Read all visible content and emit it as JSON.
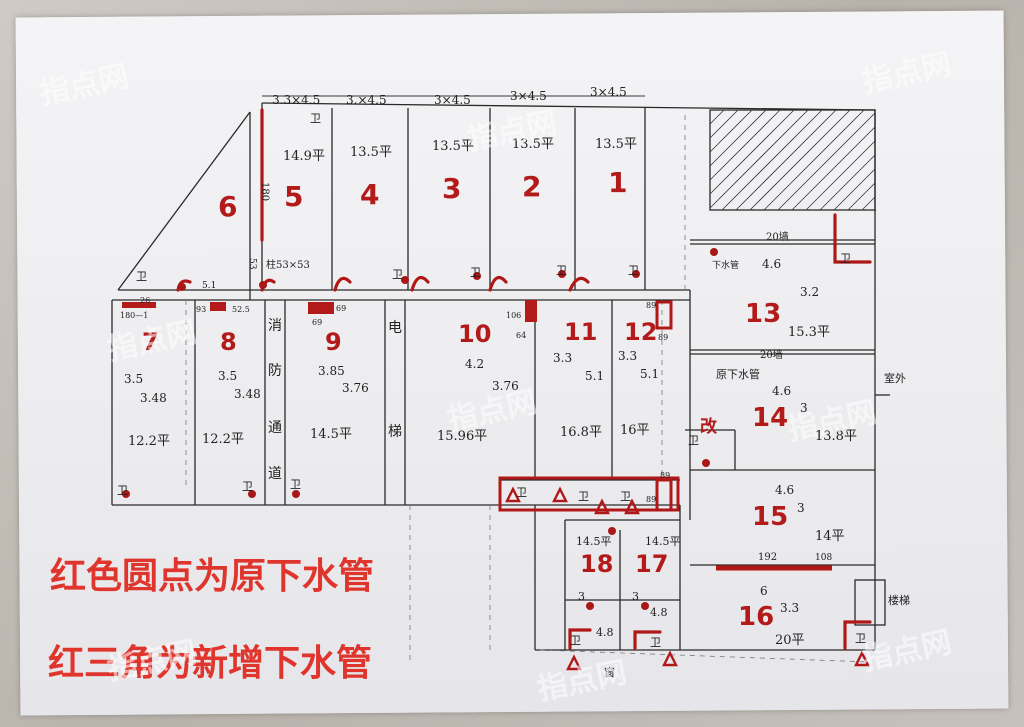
{
  "legend": {
    "red_dot": "红色圆点为原下水管",
    "red_triangle": "红三角为新增下水管"
  },
  "watermark": "指点网",
  "top_dims": [
    "3.3×4.5",
    "3.×4.5",
    "3×4.5",
    "3×4.5",
    "3×4.5"
  ],
  "side_marks": {
    "col_height": "180",
    "col_label": "柱53×53",
    "height_53": "53"
  },
  "rooms": [
    {
      "id": "1",
      "area": "13.5平"
    },
    {
      "id": "2",
      "area": "13.5平"
    },
    {
      "id": "3",
      "area": "13.5平"
    },
    {
      "id": "4",
      "area": "13.5平"
    },
    {
      "id": "5",
      "area": "14.9平"
    },
    {
      "id": "6",
      "area": ""
    },
    {
      "id": "7",
      "w": "3.5",
      "d": "3.48",
      "area": "12.2平"
    },
    {
      "id": "8",
      "w": "3.5",
      "d": "3.48",
      "area": "12.2平"
    },
    {
      "id": "9",
      "w": "3.85",
      "d": "3.76",
      "area": "14.5平"
    },
    {
      "id": "10",
      "w": "4.2",
      "d": "3.76",
      "area": "15.96平"
    },
    {
      "id": "11",
      "w": "3.3",
      "d": "5.1",
      "area": "16.8平"
    },
    {
      "id": "12",
      "w": "3.3",
      "d": "5.1",
      "area": "16平"
    },
    {
      "id": "13",
      "w": "4.6",
      "d": "3.2",
      "area": "15.3平"
    },
    {
      "id": "14",
      "w": "4.6",
      "d": "3",
      "area": "13.8平"
    },
    {
      "id": "15",
      "w": "4.6",
      "d": "3",
      "area": "14平"
    },
    {
      "id": "16",
      "w": "6",
      "d": "3.3",
      "area": "20平"
    },
    {
      "id": "17",
      "w": "3",
      "d": "4.8",
      "area": "14.5平"
    },
    {
      "id": "18",
      "w": "3",
      "d": "4.8",
      "area": "14.5平"
    }
  ],
  "small_labels": {
    "wc": "卫",
    "fire_passage": [
      "消",
      "防",
      "通",
      "道"
    ],
    "elevator": "电",
    "stairs": "梯",
    "gai": "改",
    "window": "窗",
    "outdoor": "室外",
    "stair_out": "楼梯",
    "wall20_a": "20墙",
    "wall20_b": "20墙",
    "orig_pipe": "原下水管",
    "drain_pipe": "下水管",
    "m192": "192",
    "m108": "108",
    "m180_100": "180—1",
    "m5_1": "5.1",
    "m93": "93",
    "m52_5": "52.5",
    "m69a": "69",
    "m69b": "69",
    "m106": "106",
    "m64": "64",
    "m89a": "89",
    "m89b": "89",
    "m89c": "89",
    "m89d": "89",
    "m_top26": "26"
  },
  "colors": {
    "ink": "#222222",
    "red_ink": "#b31b1b",
    "legend_red": "#e0352d",
    "paper": "#efeff2"
  }
}
